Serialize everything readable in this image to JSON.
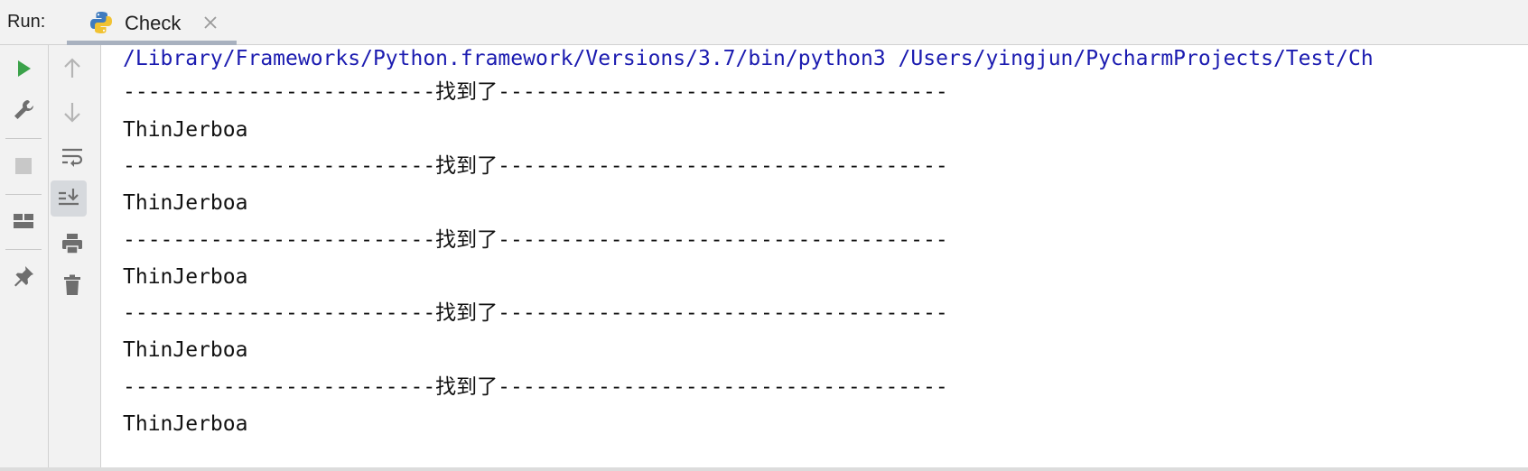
{
  "header": {
    "run_label": "Run:",
    "tab_title": "Check"
  },
  "console": {
    "lines": [
      {
        "text": "/Library/Frameworks/Python.framework/Versions/3.7/bin/python3 /Users/yingjun/PycharmProjects/Test/Ch",
        "kind": "cmd"
      },
      {
        "text": "-------------------------找到了------------------------------------",
        "kind": "out"
      },
      {
        "text": "ThinJerboa",
        "kind": "out"
      },
      {
        "text": "-------------------------找到了------------------------------------",
        "kind": "out"
      },
      {
        "text": "ThinJerboa",
        "kind": "out"
      },
      {
        "text": "-------------------------找到了------------------------------------",
        "kind": "out"
      },
      {
        "text": "ThinJerboa",
        "kind": "out"
      },
      {
        "text": "-------------------------找到了------------------------------------",
        "kind": "out"
      },
      {
        "text": "ThinJerboa",
        "kind": "out"
      },
      {
        "text": "-------------------------找到了------------------------------------",
        "kind": "out"
      },
      {
        "text": "ThinJerboa",
        "kind": "out"
      }
    ]
  },
  "icons": {
    "toolbar_left": [
      "run-icon",
      "wrench-icon",
      "stop-icon",
      "layout-icon",
      "pin-icon"
    ],
    "toolbar_right": [
      "arrow-up-icon",
      "arrow-down-icon",
      "soft-wrap-icon",
      "scroll-to-end-icon",
      "print-icon",
      "trash-icon"
    ]
  },
  "colors": {
    "run_green": "#3ba24a",
    "command_blue": "#1b1bb0",
    "toolbar_bg": "#f2f2f2",
    "icon_gray": "#6e6e6e"
  }
}
